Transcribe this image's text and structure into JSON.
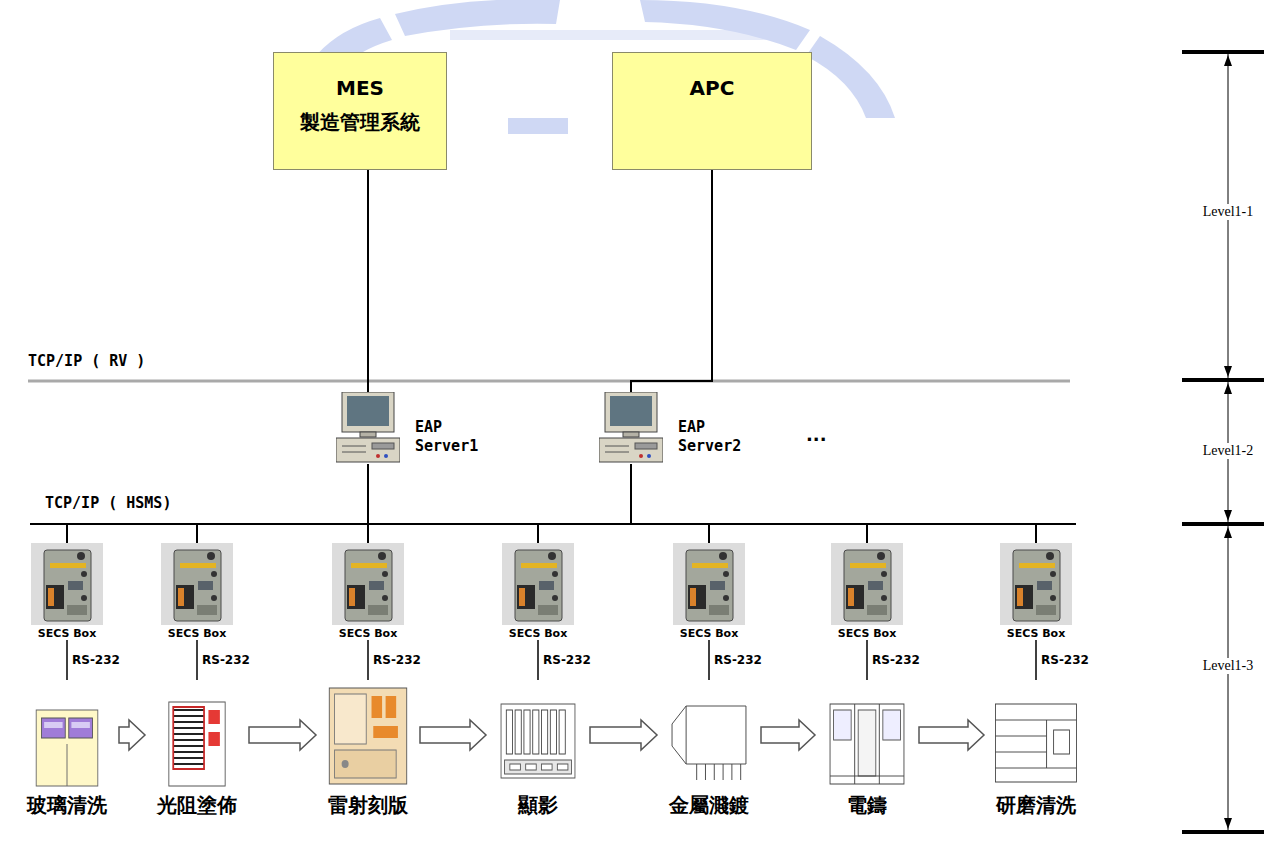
{
  "diagram": {
    "nodes": [
      {
        "text": [
          "MES 製造管理系統"
        ]
      },
      {
        "text": [
          "APC"
        ]
      },
      {
        "text": [
          "EAP Server1"
        ]
      },
      {
        "text": [
          "EAP Server2"
        ]
      },
      {
        "text": [
          "SECS Box"
        ]
      },
      {
        "text": [
          "SECS Box"
        ]
      },
      {
        "text": [
          "SECS Box"
        ]
      },
      {
        "text": [
          "SECS Box"
        ]
      },
      {
        "text": [
          "SECS Box"
        ]
      },
      {
        "text": [
          "SECS Box"
        ]
      },
      {
        "text": [
          "SECS Box"
        ]
      },
      {
        "text": [
          "玻璃清洗"
        ]
      },
      {
        "text": [
          "光阻塗佈"
        ]
      },
      {
        "text": [
          "雷射刻版"
        ]
      },
      {
        "text": [
          "顯影"
        ]
      },
      {
        "text": [
          "金屬濺鍍"
        ]
      },
      {
        "text": [
          "電鑄"
        ]
      },
      {
        "text": [
          "研磨清洗"
        ]
      }
    ],
    "edges": [
      {
        "from": 0,
        "to": 2,
        "arrow": "none"
      },
      {
        "from": 1,
        "to": 3,
        "arrow": "none"
      },
      {
        "from": 2,
        "to": 4,
        "arrow": "none"
      },
      {
        "from": 2,
        "to": 5,
        "arrow": "none"
      },
      {
        "from": 2,
        "to": 6,
        "arrow": "none"
      },
      {
        "from": 2,
        "to": 7,
        "arrow": "none"
      },
      {
        "from": 2,
        "to": 8,
        "arrow": "none"
      },
      {
        "from": 2,
        "to": 9,
        "arrow": "none"
      },
      {
        "from": 2,
        "to": 10,
        "arrow": "none"
      },
      {
        "from": 3,
        "to": 4,
        "arrow": "none"
      },
      {
        "from": 3,
        "to": 5,
        "arrow": "none"
      },
      {
        "from": 3,
        "to": 6,
        "arrow": "none"
      },
      {
        "from": 3,
        "to": 7,
        "arrow": "none"
      },
      {
        "from": 3,
        "to": 8,
        "arrow": "none"
      },
      {
        "from": 3,
        "to": 9,
        "arrow": "none"
      },
      {
        "from": 3,
        "to": 10,
        "arrow": "none"
      },
      {
        "from": 4,
        "to": 11,
        "label": "RS-232",
        "arrow": "none"
      },
      {
        "from": 5,
        "to": 12,
        "label": "RS-232",
        "arrow": "none"
      },
      {
        "from": 6,
        "to": 13,
        "label": "RS-232",
        "arrow": "none"
      },
      {
        "from": 7,
        "to": 14,
        "label": "RS-232",
        "arrow": "none"
      },
      {
        "from": 8,
        "to": 15,
        "label": "RS-232",
        "arrow": "none"
      },
      {
        "from": 9,
        "to": 16,
        "label": "RS-232",
        "arrow": "none"
      },
      {
        "from": 10,
        "to": 17,
        "label": "RS-232",
        "arrow": "none"
      },
      {
        "from": 11,
        "to": 12,
        "arrow": "to"
      },
      {
        "from": 12,
        "to": 13,
        "arrow": "to"
      },
      {
        "from": 13,
        "to": 14,
        "arrow": "to"
      },
      {
        "from": 14,
        "to": 15,
        "arrow": "to"
      },
      {
        "from": 15,
        "to": 16,
        "arrow": "to"
      },
      {
        "from": 16,
        "to": 17,
        "arrow": "to"
      }
    ],
    "labels": [
      "TCP/IP ( RV )",
      "TCP/IP ( HSMS)",
      "...",
      "Level1-1",
      "Level1-2",
      "Level1-3"
    ]
  }
}
